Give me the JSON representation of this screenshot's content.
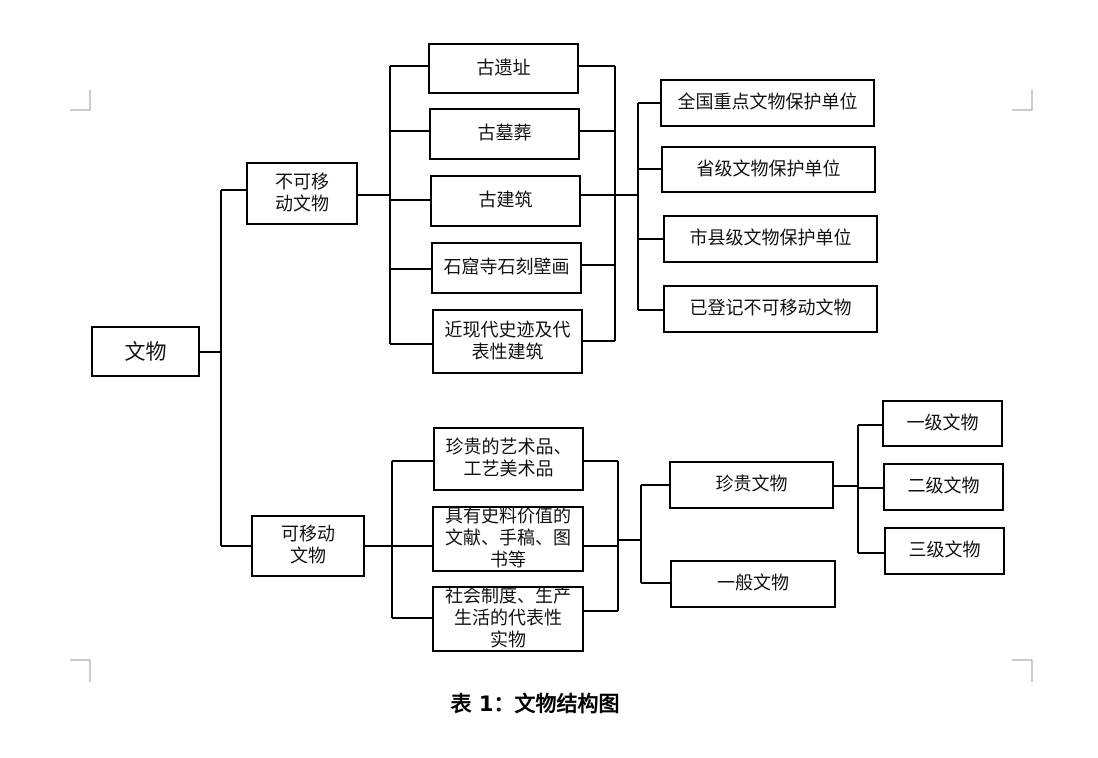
{
  "nodes": {
    "root": "文物",
    "immovable": "不可移\n动文物",
    "movable": "可移动\n文物",
    "immovable_types": [
      "古遗址",
      "古墓葬",
      "古建筑",
      "石窟寺石刻壁画",
      "近现代史迹及代\n表性建筑"
    ],
    "protection_levels": [
      "全国重点文物保护单位",
      "省级文物保护单位",
      "市县级文物保护单位",
      "已登记不可移动文物"
    ],
    "movable_types": [
      "珍贵的艺术品、\n工艺美术品",
      "具有史料价值的\n文献、手稿、图\n书等",
      "社会制度、生产\n生活的代表性\n实物"
    ],
    "value_classes": [
      "珍贵文物",
      "一般文物"
    ],
    "grades": [
      "一级文物",
      "二级文物",
      "三级文物"
    ]
  },
  "caption": "表 1：文物结构图"
}
